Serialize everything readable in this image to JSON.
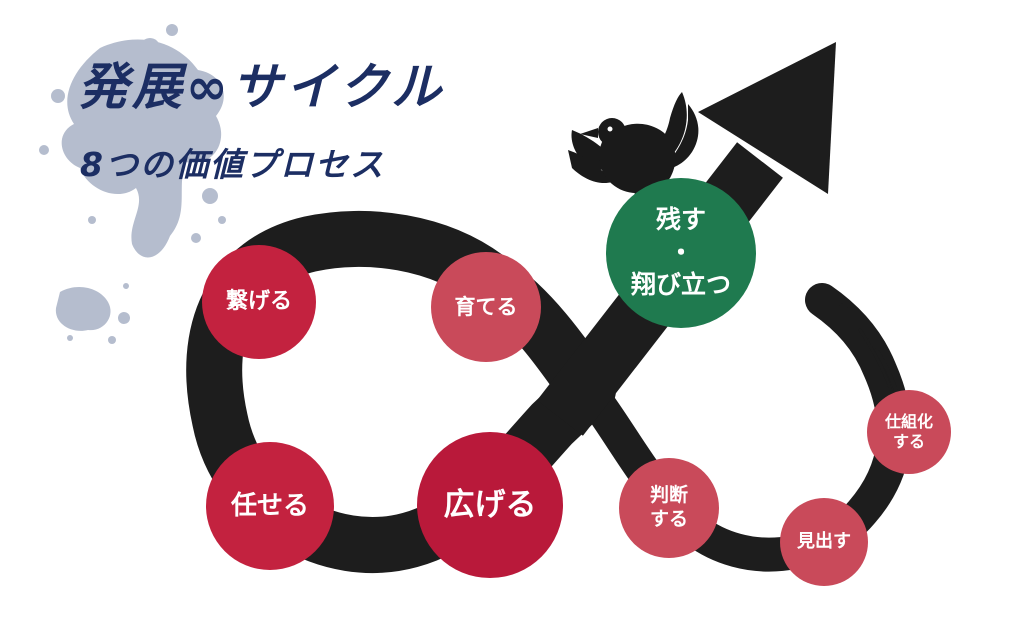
{
  "header": {
    "title": "発展∞サイクル",
    "subtitle": "8つの価値プロセス"
  },
  "colors": {
    "navy": "#1c2e63",
    "ink": "#1d1d1d",
    "splash": "#a9b2c6",
    "red": "#c3223f",
    "deep_red": "#b9193a",
    "soft_red": "#c94a5a",
    "green": "#1f7a4f"
  },
  "icons": {
    "crow": "crow-icon",
    "arrow": "arrow-head-icon"
  },
  "nodes": {
    "tsunageru": "繋げる",
    "sodateru": "育てる",
    "makaseru": "任せる",
    "hirogeru": "広げる",
    "nokosu": "残す\n・\n翔び立つ",
    "handan": "判断\nする",
    "midasu": "見出す",
    "soshikika": "仕組化\nする"
  }
}
